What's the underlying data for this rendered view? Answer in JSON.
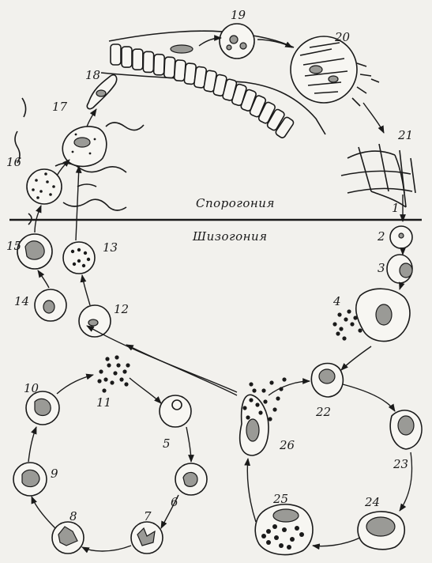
{
  "phases": {
    "sporogony": "Спорогония",
    "schizogony": "Шизогония"
  },
  "stage_labels": [
    "1",
    "2",
    "3",
    "4",
    "5",
    "6",
    "7",
    "8",
    "9",
    "10",
    "11",
    "12",
    "13",
    "14",
    "15",
    "16",
    "17",
    "18",
    "19",
    "20",
    "21",
    "22",
    "23",
    "24",
    "25",
    "26"
  ],
  "colors": {
    "ink": "#1a1a1a",
    "paper": "#f2f1ed",
    "nucleus": "#9a9a96"
  }
}
